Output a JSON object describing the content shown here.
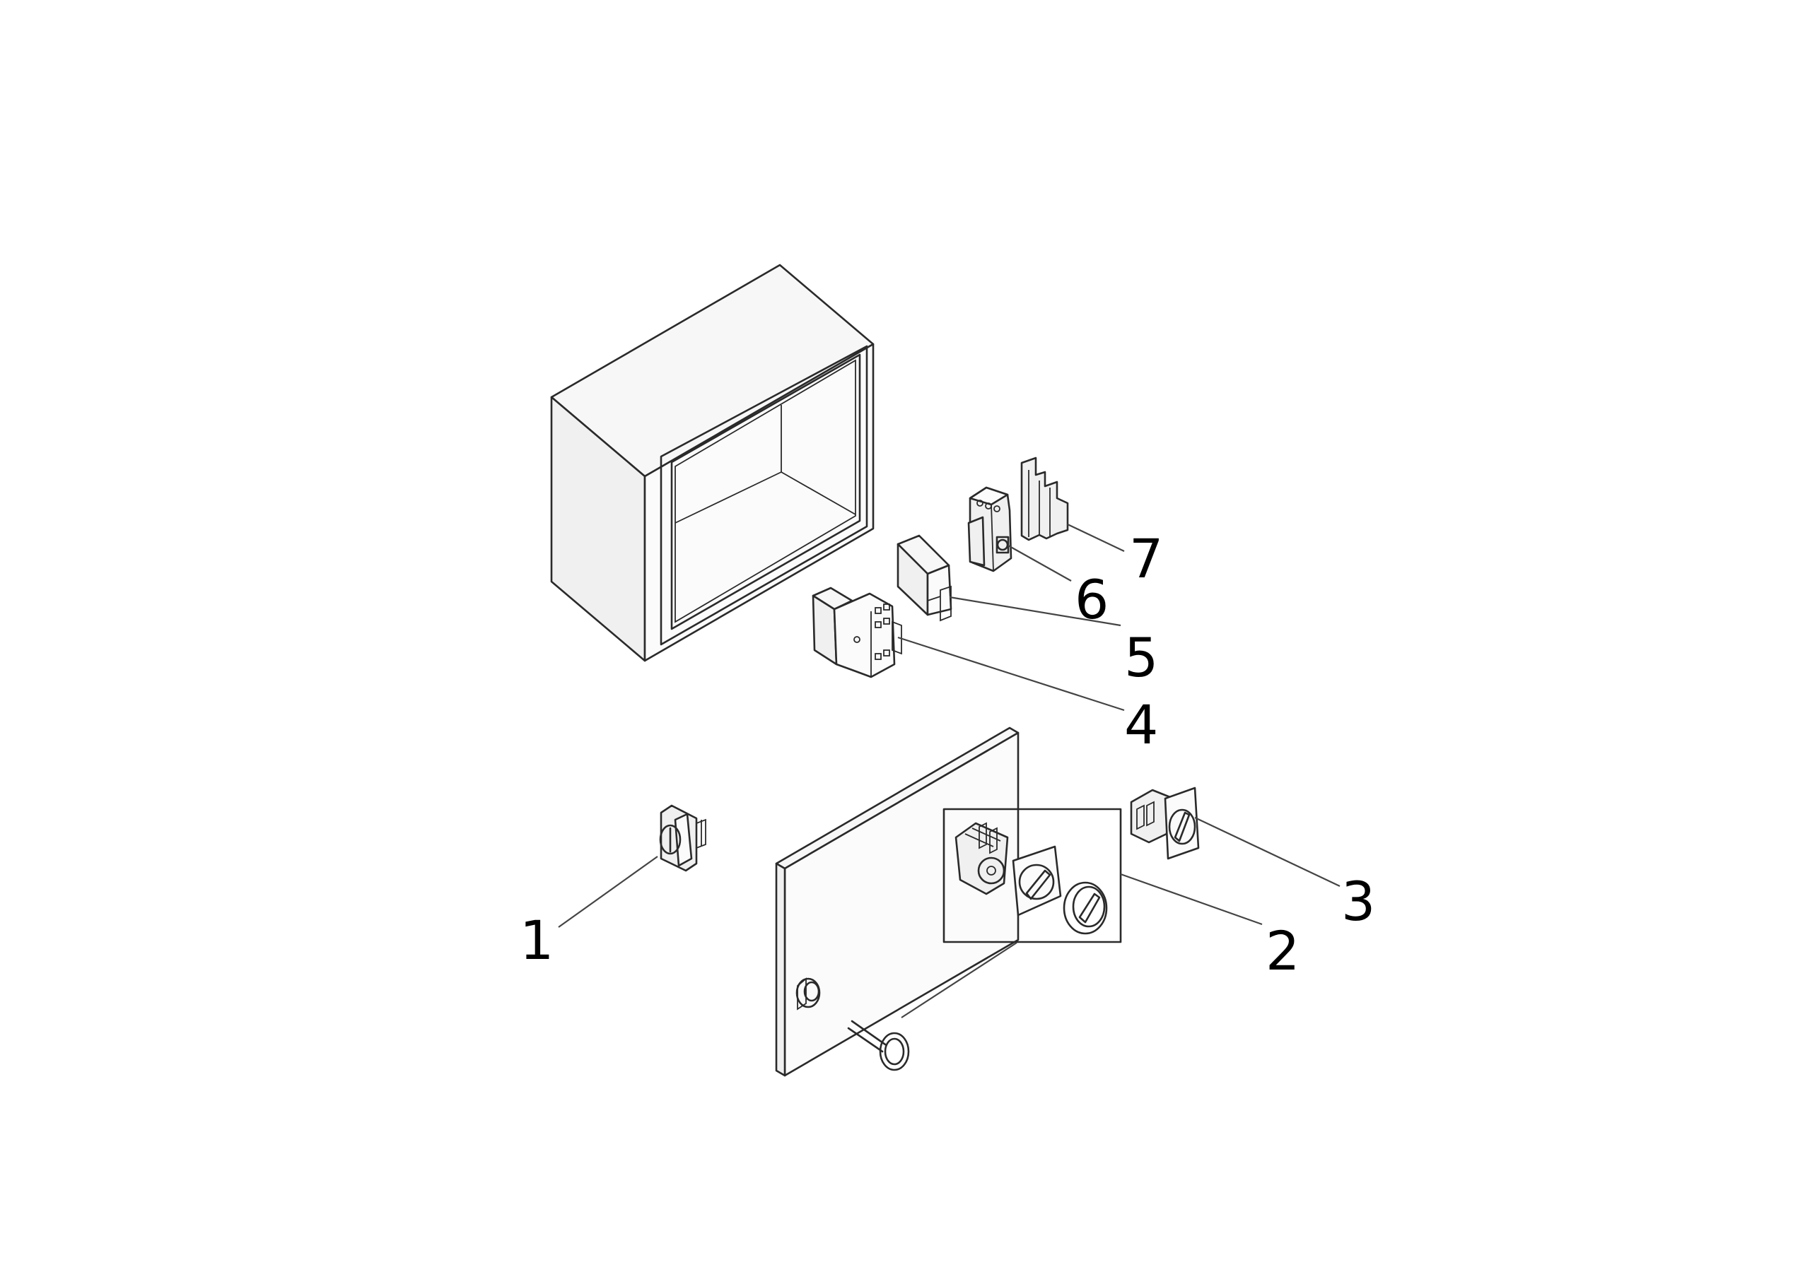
{
  "callouts": {
    "c1": "1",
    "c2": "2",
    "c3": "3",
    "c4": "4",
    "c5": "5",
    "c6": "6",
    "c7": "7"
  },
  "colors": {
    "line": "#2a2a2a",
    "background": "#ffffff",
    "text": "#000000"
  },
  "icons": {
    "enclosure": "enclosure-box-icon",
    "door": "door-panel-icon",
    "key": "key-icon",
    "lock": "lock-cylinder-icon",
    "contactor": "contactor-icon",
    "relay": "relay-module-icon",
    "breaker": "motor-breaker-icon",
    "terminal": "terminal-block-icon",
    "switch": "rotary-switch-icon"
  }
}
